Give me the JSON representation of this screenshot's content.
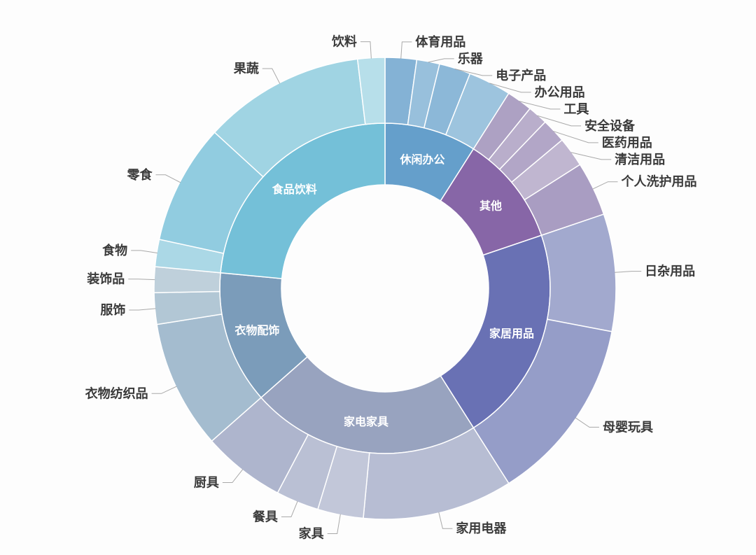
{
  "figure": {
    "background": "#fdfdfd",
    "label_color": "#3a3a3a",
    "leader_line_color": "#9a9a9a"
  },
  "chart_data": {
    "type": "pie",
    "subtype": "sunburst-two-ring-donut",
    "unit": "percent-of-total",
    "start_angle_deg": 0,
    "clockwise": true,
    "title": "",
    "legend_position": "none",
    "categories": [
      {
        "name": "休闲办公",
        "value": 9.0,
        "color": "#659fcb",
        "children": [
          {
            "name": "体育用品",
            "value": 2.2,
            "color": "#84b2d5"
          },
          {
            "name": "乐器",
            "value": 1.6,
            "color": "#98c0dc"
          },
          {
            "name": "电子产品",
            "value": 2.2,
            "color": "#8cb8d8"
          },
          {
            "name": "办公用品",
            "value": 3.0,
            "color": "#9dc4de"
          }
        ]
      },
      {
        "name": "其他",
        "value": 10.8,
        "color": "#8766a7",
        "children": [
          {
            "name": "工具",
            "value": 1.8,
            "color": "#ada1c3"
          },
          {
            "name": "安全设备",
            "value": 1.4,
            "color": "#b9aecb"
          },
          {
            "name": "医药用品",
            "value": 1.7,
            "color": "#b2a6c7"
          },
          {
            "name": "清洁用品",
            "value": 2.1,
            "color": "#c0b6d0"
          },
          {
            "name": "个人洗护用品",
            "value": 3.8,
            "color": "#a99dc2"
          }
        ]
      },
      {
        "name": "家居用品",
        "value": 21.2,
        "color": "#6971b4",
        "children": [
          {
            "name": "日杂用品",
            "value": 8.2,
            "color": "#a2a9ce"
          },
          {
            "name": "母婴玩具",
            "value": 13.0,
            "color": "#959dc8"
          }
        ]
      },
      {
        "name": "家电家具",
        "value": 22.5,
        "color": "#98a3bf",
        "children": [
          {
            "name": "家用电器",
            "value": 10.5,
            "color": "#b7bdd3"
          },
          {
            "name": "家具",
            "value": 3.2,
            "color": "#c2c7d9"
          },
          {
            "name": "餐具",
            "value": 3.0,
            "color": "#bac0d4"
          },
          {
            "name": "厨具",
            "value": 5.8,
            "color": "#aeb5cd"
          }
        ]
      },
      {
        "name": "衣物配饰",
        "value": 13.0,
        "color": "#7b9cba",
        "children": [
          {
            "name": "衣物纺织品",
            "value": 9.0,
            "color": "#a4bccf"
          },
          {
            "name": "服饰",
            "value": 2.2,
            "color": "#b2c7d5"
          },
          {
            "name": "装饰品",
            "value": 1.8,
            "color": "#bfd0db"
          }
        ]
      },
      {
        "name": "食品饮料",
        "value": 23.5,
        "color": "#74c0d8",
        "children": [
          {
            "name": "食物",
            "value": 1.9,
            "color": "#abd8e6"
          },
          {
            "name": "零食",
            "value": 8.4,
            "color": "#91cce0"
          },
          {
            "name": "果蔬",
            "value": 11.3,
            "color": "#a0d4e3"
          },
          {
            "name": "饮料",
            "value": 1.9,
            "color": "#b7dfea"
          }
        ]
      }
    ]
  }
}
